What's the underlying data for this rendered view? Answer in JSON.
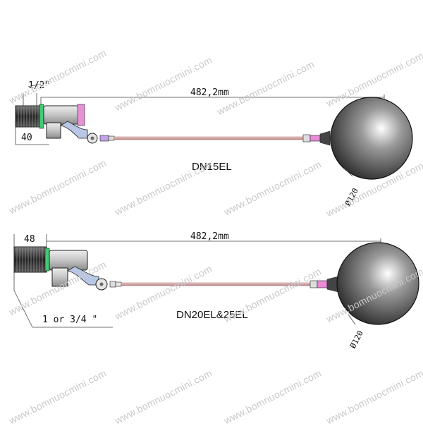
{
  "watermark": "www.bomnuocmini.com",
  "colors": {
    "body_metal": "#c8c8c8",
    "outlet_pink": "#e98bd6",
    "rod": "#d9a7a7",
    "float_ball": "#5a5a5a",
    "inlet_green": "#39c36b",
    "outline": "#222222"
  },
  "diagram_top": {
    "pipe_size_label": "1/2\"",
    "thread_length_label": "40",
    "total_length_label": "482,2mm",
    "model_label": "DN15EL",
    "ball_diameter_label": "Ø120"
  },
  "diagram_bottom": {
    "thread_length_label": "48",
    "total_length_label": "482,2mm",
    "pipe_size_label": "1 or 3/4 \"",
    "model_label": "DN20EL&25EL",
    "ball_diameter_label": "Ø120"
  }
}
